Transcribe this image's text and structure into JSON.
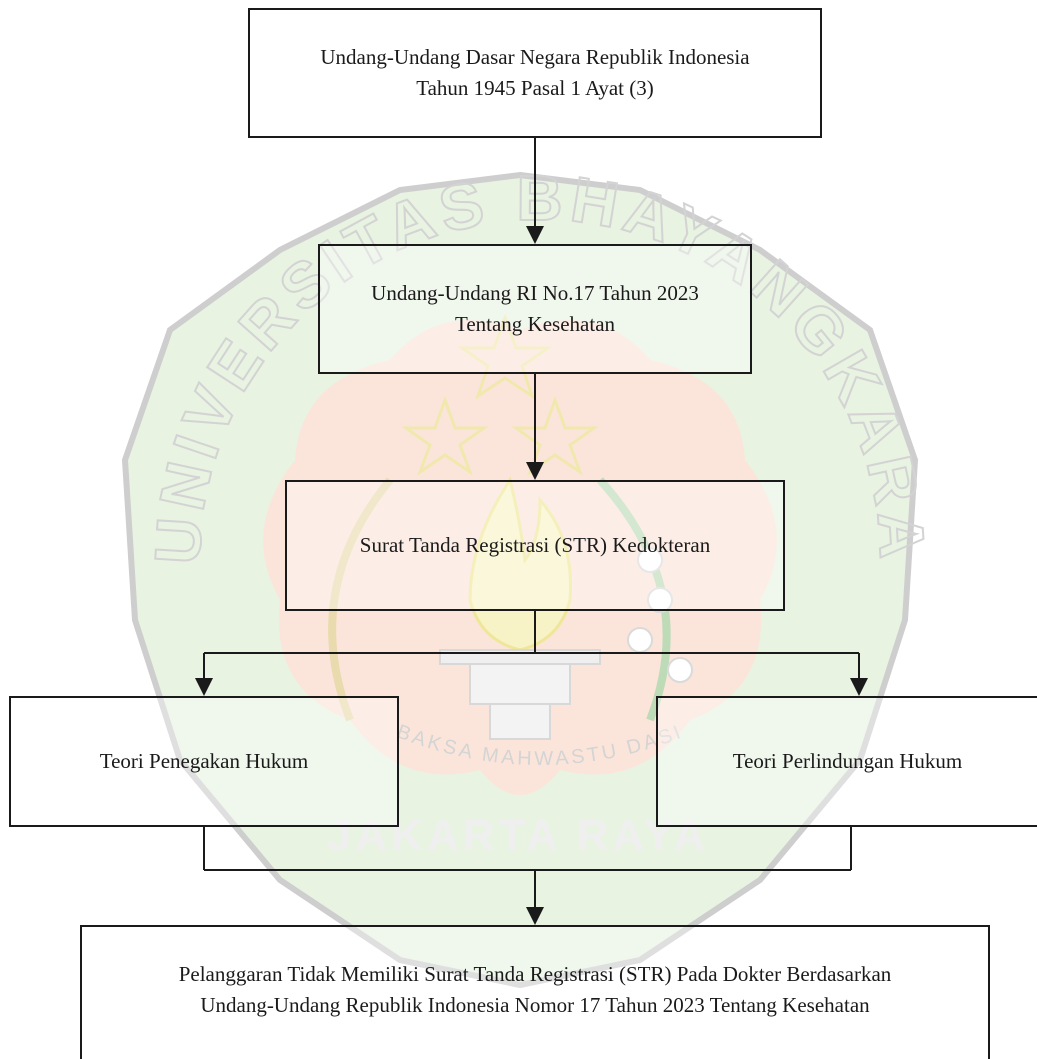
{
  "watermark": {
    "arc_text": "UNIVERSITAS BHAYANGKARA",
    "motto": "BAKSA MAHWASTU DASI",
    "bottom": "JAKARTA RAYA",
    "colors": {
      "green": "#cfe5c4",
      "orange": "#f6d7c8",
      "yellow": "#f5efb3",
      "gray": "#c9c9c9"
    }
  },
  "diagram": {
    "box1": {
      "line1": "Undang-Undang Dasar Negara Republik Indonesia",
      "line2": "Tahun 1945 Pasal 1 Ayat (3)"
    },
    "box2": {
      "line1": "Undang-Undang RI No.17 Tahun 2023",
      "line2": "Tentang Kesehatan"
    },
    "box3": {
      "line1": "Surat Tanda Registrasi (STR) Kedokteran"
    },
    "box4": {
      "line1": "Teori Penegakan Hukum"
    },
    "box5": {
      "line1": "Teori Perlindungan Hukum"
    },
    "box6": {
      "line1": "Pelanggaran Tidak Memiliki Surat Tanda Registrasi (STR) Pada Dokter Berdasarkan",
      "line2": "Undang-Undang Republik Indonesia Nomor 17 Tahun 2023 Tentang Kesehatan"
    },
    "colors": {
      "line": "#1a1a1a"
    }
  }
}
